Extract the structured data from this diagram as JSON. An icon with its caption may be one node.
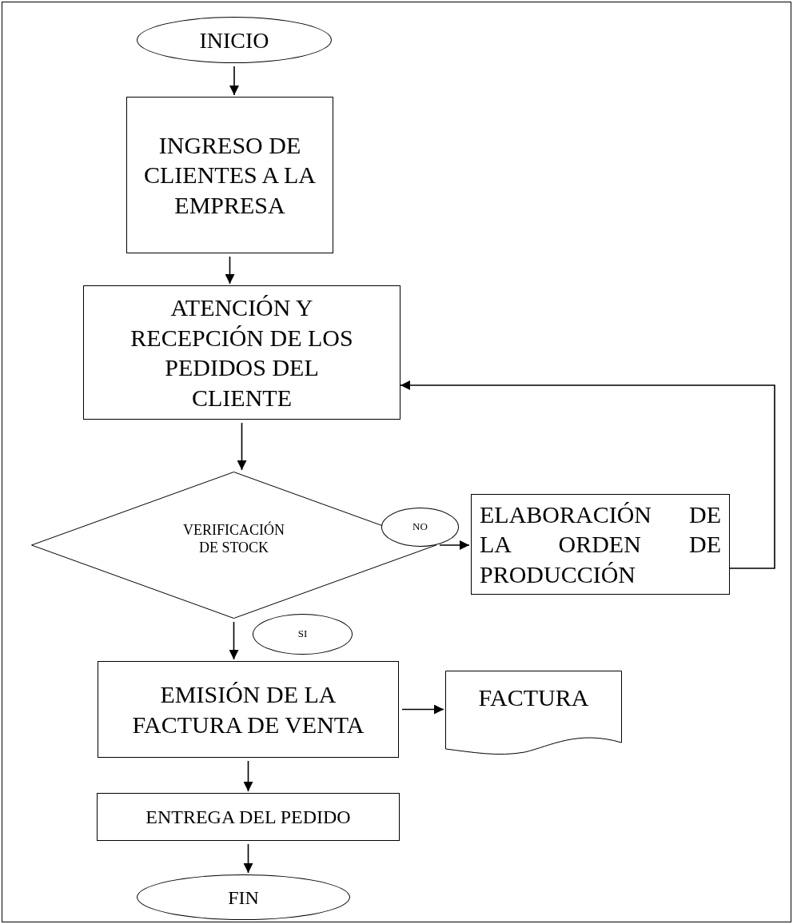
{
  "diagram": {
    "nodes": [
      {
        "text": [
          "INICIO"
        ]
      },
      {
        "text": [
          "INGRESO DE CLIENTES A LA EMPRESA"
        ]
      },
      {
        "text": [
          "ATENCIÓN Y RECEPCIÓN DE LOS PEDIDOS DEL CLIENTE"
        ]
      },
      {
        "text": [
          "VERIFICACIÓN DE STOCK"
        ]
      },
      {
        "text": [
          "NO"
        ]
      },
      {
        "text": [
          "ELABORACIÓN DE LA ORDEN DE PRODUCCIÓN"
        ]
      },
      {
        "text": [
          "SI"
        ]
      },
      {
        "text": [
          "EMISIÓN DE LA FACTURA DE VENTA"
        ]
      },
      {
        "text": [
          "FACTURA"
        ]
      },
      {
        "text": [
          "ENTREGA DEL PEDIDO"
        ]
      },
      {
        "text": [
          "FIN"
        ]
      }
    ],
    "edges": [
      {
        "from": 0,
        "to": 1,
        "arrow": "to"
      },
      {
        "from": 1,
        "to": 2,
        "arrow": "to"
      },
      {
        "from": 2,
        "to": 3,
        "arrow": "to"
      },
      {
        "from": 3,
        "to": 5,
        "arrow": "to"
      },
      {
        "from": 5,
        "to": 2,
        "arrow": "to"
      },
      {
        "from": 3,
        "to": 7,
        "arrow": "to"
      },
      {
        "from": 7,
        "to": 8,
        "arrow": "to"
      },
      {
        "from": 7,
        "to": 9,
        "arrow": "to"
      },
      {
        "from": 9,
        "to": 10,
        "arrow": "to"
      }
    ]
  }
}
